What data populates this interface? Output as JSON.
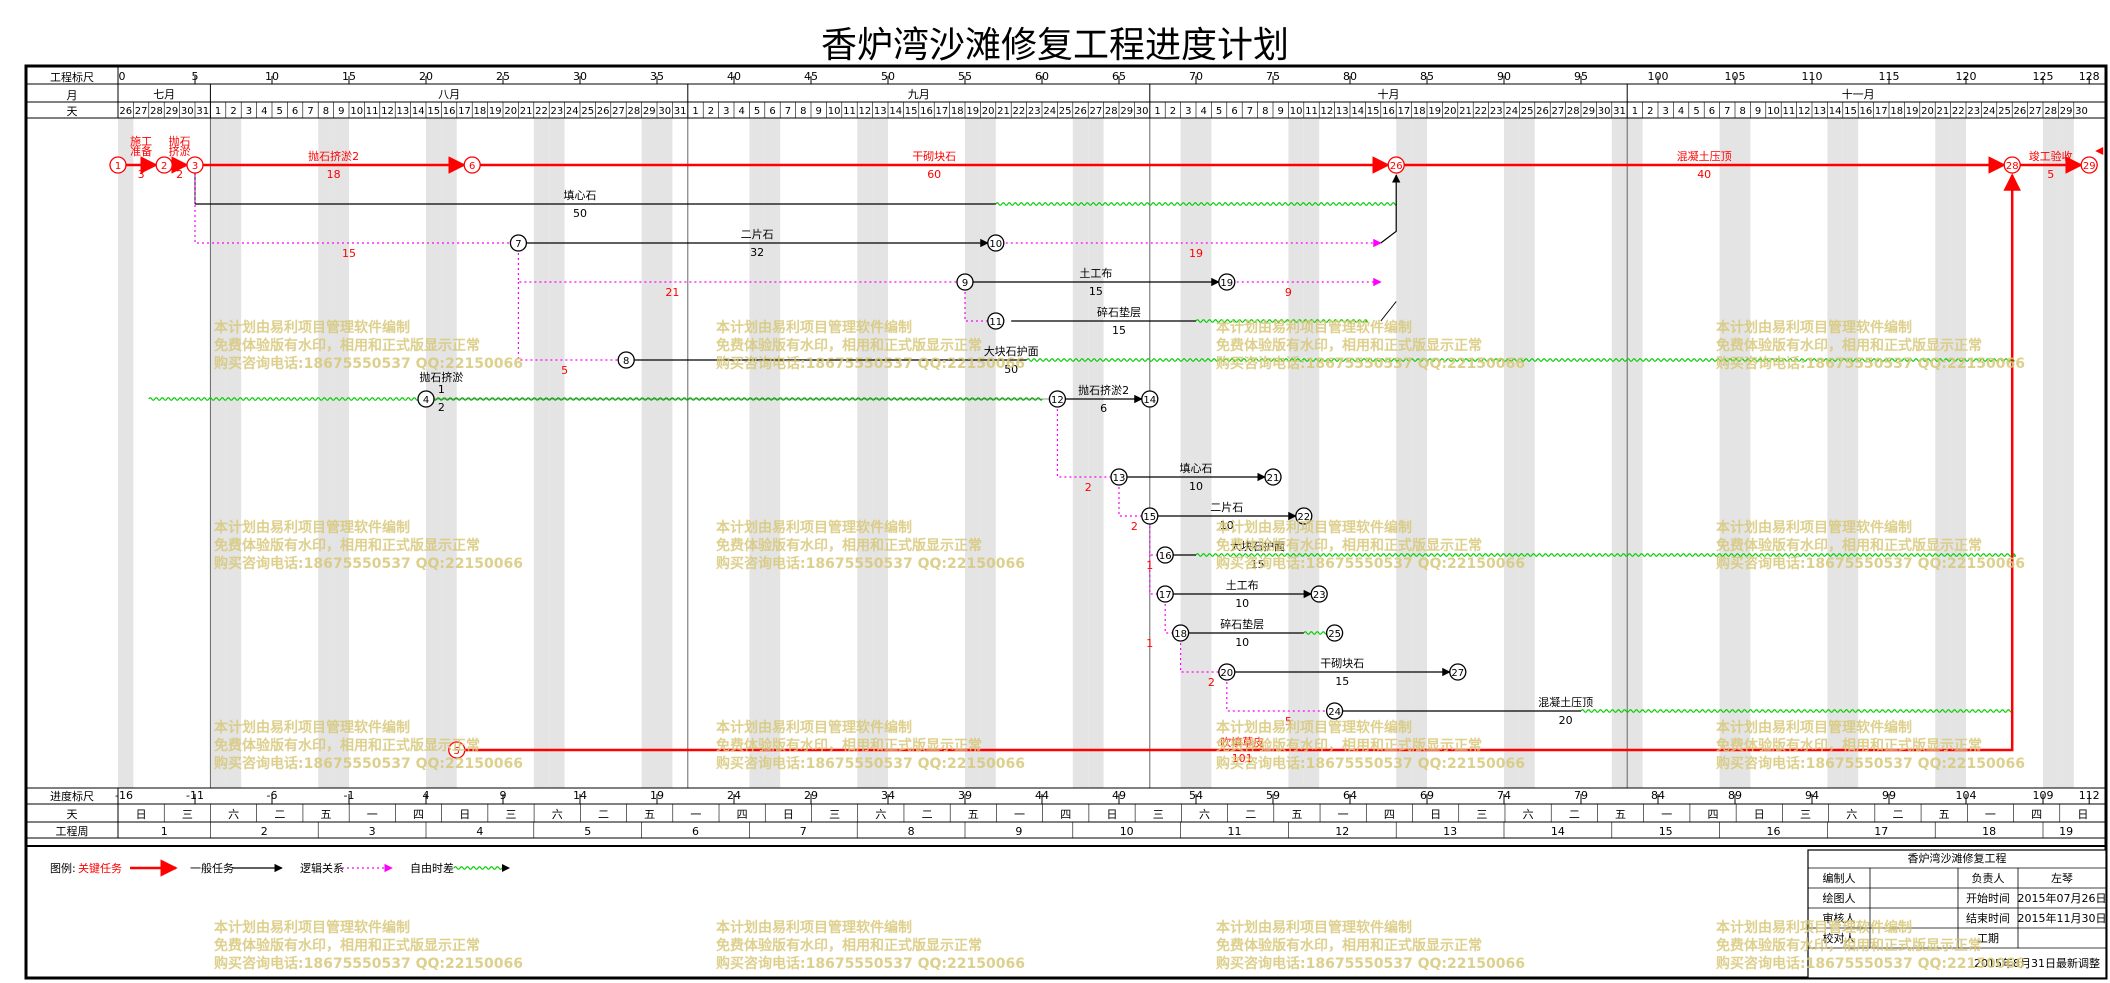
{
  "title": "香炉湾沙滩修复工程进度计划",
  "header_rows": {
    "scale": {
      "label": "工程标尺",
      "ticks": [
        "0",
        "5",
        "10",
        "15",
        "20",
        "25",
        "30",
        "35",
        "40",
        "45",
        "50",
        "55",
        "60",
        "65",
        "70",
        "75",
        "80",
        "85",
        "90",
        "95",
        "100",
        "105",
        "110",
        "115",
        "120",
        "125",
        "128"
      ]
    },
    "month": {
      "label": "月",
      "months": [
        {
          "name": "七月",
          "start": 0,
          "end": 6
        },
        {
          "name": "八月",
          "start": 6,
          "end": 37
        },
        {
          "name": "九月",
          "start": 37,
          "end": 67
        },
        {
          "name": "十月",
          "start": 67,
          "end": 98
        },
        {
          "name": "十一月",
          "start": 98,
          "end": 128
        }
      ]
    },
    "day": {
      "label": "天"
    }
  },
  "footer_rows": {
    "progress": {
      "label": "进度标尺",
      "ticks": [
        "-16",
        "-11",
        "-6",
        "-1",
        "4",
        "9",
        "14",
        "19",
        "24",
        "29",
        "34",
        "39",
        "44",
        "49",
        "54",
        "59",
        "64",
        "69",
        "74",
        "79",
        "84",
        "89",
        "94",
        "99",
        "104",
        "109",
        "112"
      ]
    },
    "weekday": {
      "label": "天",
      "days": [
        "日",
        "三",
        "六",
        "二",
        "五",
        "一",
        "四",
        "日",
        "三",
        "六",
        "二",
        "五",
        "一",
        "四",
        "日",
        "三",
        "六",
        "二",
        "五",
        "一",
        "四",
        "日",
        "三",
        "六",
        "二",
        "五",
        "一",
        "四",
        "日",
        "三",
        "六",
        "二",
        "五",
        "一",
        "四",
        "日",
        "三",
        "六",
        "二",
        "五",
        "一",
        "四",
        "日",
        "三",
        "六",
        "二",
        "五",
        "一",
        "四",
        "日"
      ]
    },
    "week": {
      "label": "工程周",
      "weeks": [
        "1",
        "2",
        "3",
        "4",
        "5",
        "6",
        "7",
        "8",
        "9",
        "10",
        "11",
        "12",
        "13",
        "14",
        "15",
        "16",
        "17",
        "18",
        "19"
      ]
    }
  },
  "nodes": [
    {
      "id": "1",
      "d": 0,
      "row": 0,
      "red": true
    },
    {
      "id": "2",
      "d": 3,
      "row": 0,
      "red": true
    },
    {
      "id": "3",
      "d": 5,
      "row": 0,
      "red": true
    },
    {
      "id": "6",
      "d": 23,
      "row": 0,
      "red": true
    },
    {
      "id": "26",
      "d": 83,
      "row": 0,
      "red": true
    },
    {
      "id": "28",
      "d": 123,
      "row": 0,
      "red": true
    },
    {
      "id": "29",
      "d": 128,
      "row": 0,
      "red": true
    },
    {
      "id": "7",
      "d": 26,
      "row": 2
    },
    {
      "id": "10",
      "d": 57,
      "row": 2
    },
    {
      "id": "9",
      "d": 55,
      "row": 3
    },
    {
      "id": "19",
      "d": 72,
      "row": 3
    },
    {
      "id": "11",
      "d": 57,
      "row": 4
    },
    {
      "id": "8",
      "d": 33,
      "row": 5
    },
    {
      "id": "4",
      "d": 20,
      "row": 6
    },
    {
      "id": "12",
      "d": 61,
      "row": 6
    },
    {
      "id": "14",
      "d": 67,
      "row": 6
    },
    {
      "id": "13",
      "d": 65,
      "row": 8
    },
    {
      "id": "21",
      "d": 75,
      "row": 8
    },
    {
      "id": "15",
      "d": 67,
      "row": 9
    },
    {
      "id": "22",
      "d": 77,
      "row": 9
    },
    {
      "id": "16",
      "d": 68,
      "row": 10
    },
    {
      "id": "17",
      "d": 68,
      "row": 11
    },
    {
      "id": "23",
      "d": 78,
      "row": 11
    },
    {
      "id": "18",
      "d": 69,
      "row": 12
    },
    {
      "id": "25",
      "d": 79,
      "row": 12
    },
    {
      "id": "20",
      "d": 72,
      "row": 13
    },
    {
      "id": "27",
      "d": 87,
      "row": 13
    },
    {
      "id": "24",
      "d": 79,
      "row": 14
    },
    {
      "id": "5",
      "d": 22,
      "row": 15,
      "red": true
    }
  ],
  "tasks": [
    {
      "from": "1",
      "to": "2",
      "label": "施工准备",
      "dur": "3",
      "type": "critical",
      "labelStack": true
    },
    {
      "from": "2",
      "to": "3",
      "label": "抛石挤淤",
      "dur": "2",
      "type": "critical",
      "labelStack": true
    },
    {
      "from": "3",
      "to": "6",
      "label": "抛石挤淤2",
      "dur": "18",
      "type": "critical"
    },
    {
      "from": "6",
      "to": "26",
      "label": "干砌块石",
      "dur": "60",
      "type": "critical"
    },
    {
      "from": "26",
      "to": "28",
      "label": "混凝土压顶",
      "dur": "40",
      "type": "critical"
    },
    {
      "from": "28",
      "to": "29",
      "label": "竣工验收",
      "dur": "5",
      "type": "critical"
    },
    {
      "from": "7",
      "to": "10",
      "label": "二片石",
      "dur": "32",
      "type": "normal"
    },
    {
      "from": "9",
      "to": "19",
      "label": "土工布",
      "dur": "15",
      "type": "normal"
    },
    {
      "from": "12",
      "to": "14",
      "label": "抛石挤淤2",
      "dur": "6",
      "type": "normal"
    },
    {
      "from": "13",
      "to": "21",
      "label": "填心石",
      "dur": "10",
      "type": "normal"
    },
    {
      "from": "15",
      "to": "22",
      "label": "二片石",
      "dur": "10",
      "type": "normal"
    },
    {
      "from": "17",
      "to": "23",
      "label": "土工布",
      "dur": "10",
      "type": "normal"
    },
    {
      "from": "20",
      "to": "27",
      "label": "干砌块石",
      "dur": "15",
      "type": "normal"
    }
  ],
  "texts": [
    {
      "t": "填心石",
      "d": 30,
      "row": 1,
      "pos": "above"
    },
    {
      "t": "50",
      "d": 30,
      "row": 1,
      "pos": "below"
    },
    {
      "t": "碎石垫层",
      "d": 65,
      "row": 4,
      "pos": "above"
    },
    {
      "t": "15",
      "d": 65,
      "row": 4,
      "pos": "below"
    },
    {
      "t": "大块石护面",
      "d": 58,
      "row": 5,
      "pos": "above"
    },
    {
      "t": "50",
      "d": 58,
      "row": 5,
      "pos": "below"
    },
    {
      "t": "抛石挤淤",
      "d": 21,
      "row": 6,
      "pos": "above"
    },
    {
      "t": "1",
      "d": 21,
      "row": 6,
      "pos": "center"
    },
    {
      "t": "2",
      "d": 21,
      "row": 6,
      "pos": "below"
    },
    {
      "t": "大块石护面",
      "d": 74,
      "row": 10,
      "pos": "above"
    },
    {
      "t": "15",
      "d": 74,
      "row": 10,
      "pos": "below"
    },
    {
      "t": "碎石垫层",
      "d": 73,
      "row": 12,
      "pos": "above"
    },
    {
      "t": "10",
      "d": 73,
      "row": 12,
      "pos": "below"
    },
    {
      "t": "混凝土压顶",
      "d": 94,
      "row": 14,
      "pos": "above"
    },
    {
      "t": "20",
      "d": 94,
      "row": 14,
      "pos": "below"
    },
    {
      "t": "吹填草皮",
      "d": 73,
      "row": 15,
      "pos": "redabove"
    },
    {
      "t": "101",
      "d": 73,
      "row": 15,
      "pos": "redbelow"
    }
  ],
  "red_labels": [
    {
      "t": "15",
      "d": 15,
      "row": 2
    },
    {
      "t": "19",
      "d": 70,
      "row": 2
    },
    {
      "t": "21",
      "d": 36,
      "row": 3
    },
    {
      "t": "9",
      "d": 76,
      "row": 3
    },
    {
      "t": "5",
      "d": 29,
      "row": 5
    },
    {
      "t": "2",
      "d": 63,
      "row": 8
    },
    {
      "t": "2",
      "d": 66,
      "row": 9
    },
    {
      "t": "1",
      "d": 67,
      "row": 10
    },
    {
      "t": "1",
      "d": 67,
      "row": 12
    },
    {
      "t": "2",
      "d": 71,
      "row": 13
    },
    {
      "t": "5",
      "d": 76,
      "row": 14
    }
  ],
  "legend": {
    "label": "图例:",
    "items": [
      {
        "t": "关键任务",
        "color": "#ff0000"
      },
      {
        "t": "一般任务",
        "color": "#000000"
      },
      {
        "t": "逻辑关系",
        "color": "#000000"
      },
      {
        "t": "自由时差",
        "color": "#ff00ff"
      }
    ]
  },
  "info_box": {
    "project": "香炉湾沙滩修复工程",
    "rows": [
      {
        "a": "编制人",
        "b": "",
        "c": "负责人",
        "d": "左琴"
      },
      {
        "a": "绘图人",
        "b": "",
        "c": "开始时间",
        "d": "2015年07月26日"
      },
      {
        "a": "审核人",
        "b": "",
        "c": "结束时间",
        "d": "2015年11月30日"
      },
      {
        "a": "校对人",
        "b": "",
        "c": "工期",
        "d": ""
      }
    ],
    "footer": "2015年8月31日最新调整"
  },
  "watermark": [
    "本计划由易利项目管理软件编制",
    "免费体验版有水印，相用和正式版显示正常",
    "购买咨询电话:18675550537 QQ:22150066"
  ],
  "colors": {
    "critical": "#ff0000",
    "normal": "#000000",
    "float": "#ff00ff",
    "slack": "#00cc00",
    "watermark": "#d8c87a"
  }
}
